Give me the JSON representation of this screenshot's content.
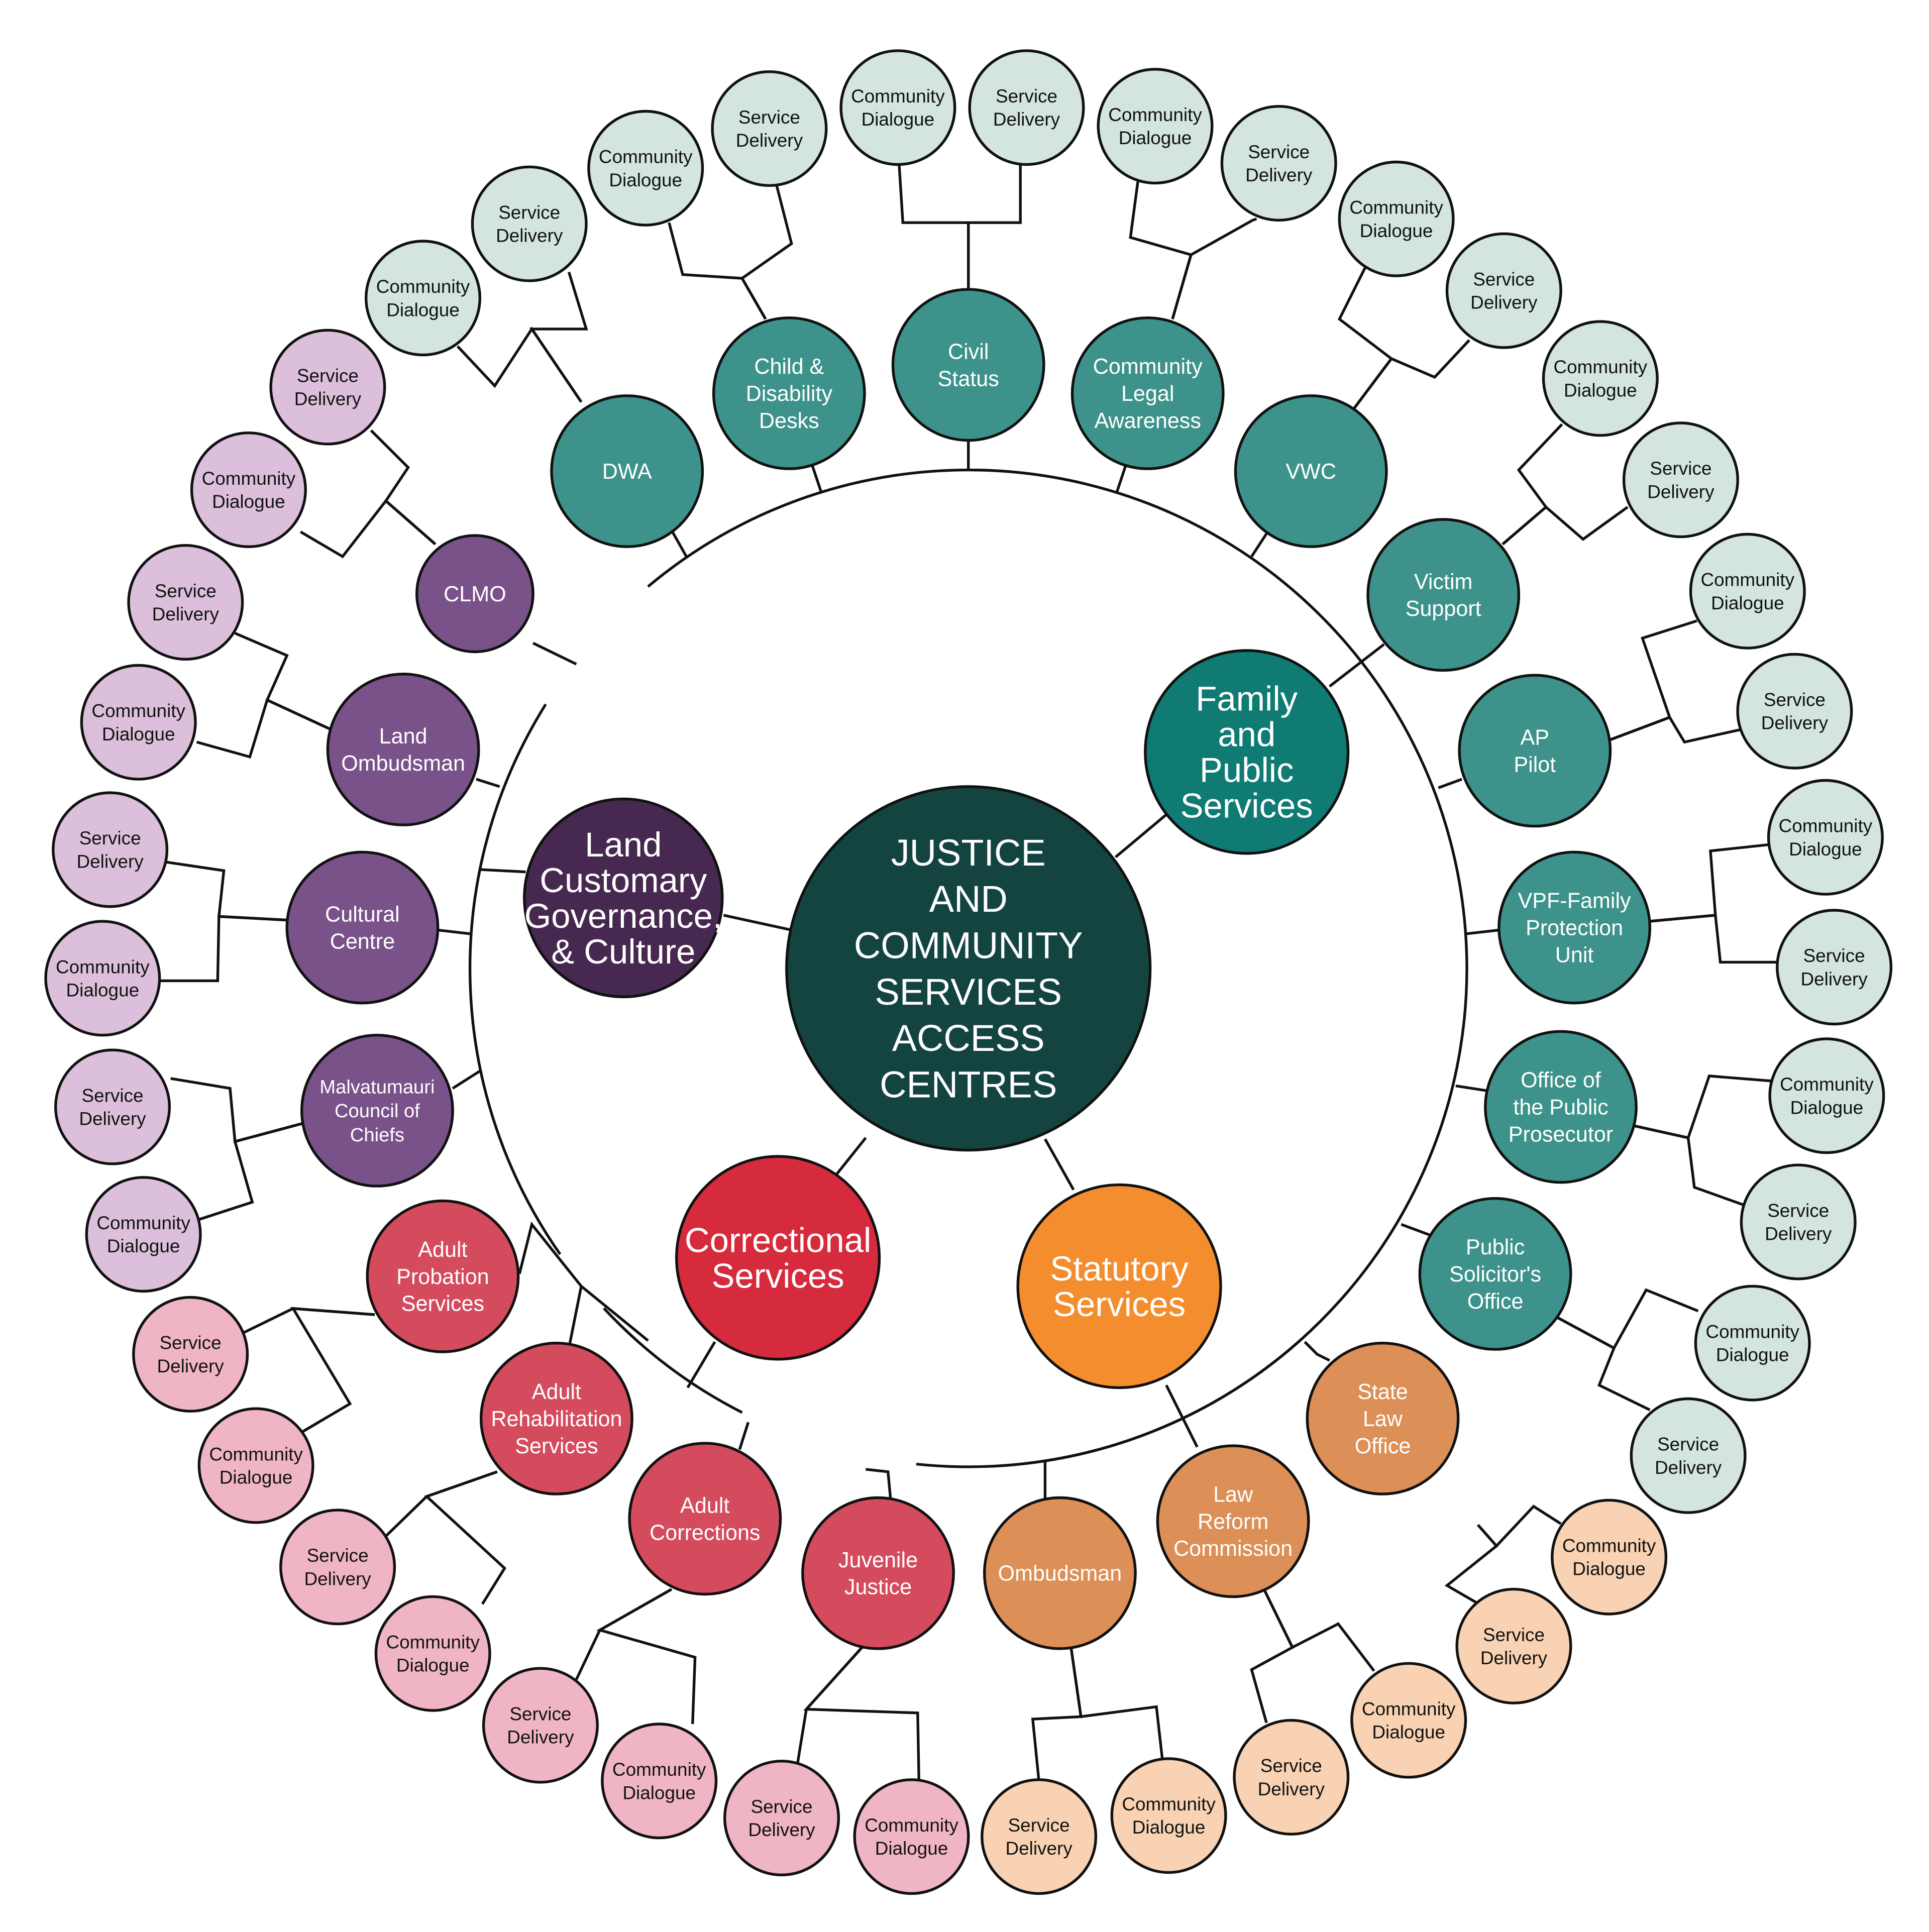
{
  "colors": {
    "line": "#111111",
    "center": "#134440",
    "family": "#0f7b73",
    "family_sub": "#3d938b",
    "family_leaf": "#d3e4e1",
    "land": "#472850",
    "land_sub": "#7a528a",
    "land_leaf": "#dcc0db",
    "correctional": "#d62a3d",
    "correctional_sub": "#d44b5e",
    "correctional_leaf": "#f0b5c4",
    "statutory": "#f48d2d",
    "statutory_sub": "#dc8f56",
    "statutory_leaf": "#f8d2b2",
    "text_light": "#ffffff",
    "text_dark": "#111111"
  },
  "center": {
    "lines": [
      "JUSTICE",
      "AND",
      "COMMUNITY",
      "SERVICES",
      "ACCESS",
      "CENTRES"
    ]
  },
  "leaf_labels": {
    "service_delivery": [
      "Service",
      "Delivery"
    ],
    "community_dialogue": [
      "Community",
      "Dialogue"
    ]
  },
  "hubs": [
    {
      "id": "family",
      "lines": [
        "Family",
        "and",
        "Public",
        "Services"
      ]
    },
    {
      "id": "land",
      "lines": [
        "Land",
        "Customary",
        "Governance,",
        "& Culture"
      ]
    },
    {
      "id": "correctional",
      "lines": [
        "Correctional",
        "Services"
      ]
    },
    {
      "id": "statutory",
      "lines": [
        "Statutory",
        "Services"
      ]
    }
  ],
  "subnodes": [
    {
      "id": "dwa",
      "hub": "family",
      "lines": [
        "DWA"
      ]
    },
    {
      "id": "child",
      "hub": "family",
      "lines": [
        "Child &",
        "Disability",
        "Desks"
      ]
    },
    {
      "id": "civil",
      "hub": "family",
      "lines": [
        "Civil",
        "Status"
      ]
    },
    {
      "id": "cla",
      "hub": "family",
      "lines": [
        "Community",
        "Legal",
        "Awareness"
      ]
    },
    {
      "id": "vwc",
      "hub": "family",
      "lines": [
        "VWC"
      ]
    },
    {
      "id": "victim",
      "hub": "family",
      "lines": [
        "Victim",
        "Support"
      ]
    },
    {
      "id": "ap",
      "hub": "family",
      "lines": [
        "AP",
        "Pilot"
      ]
    },
    {
      "id": "vpf",
      "hub": "family",
      "lines": [
        "VPF-Family",
        "Protection",
        "Unit"
      ]
    },
    {
      "id": "opp",
      "hub": "family",
      "lines": [
        "Office of",
        "the Public",
        "Prosecutor"
      ]
    },
    {
      "id": "pso",
      "hub": "family",
      "lines": [
        "Public",
        "Solicitor's",
        "Office"
      ]
    },
    {
      "id": "clmo",
      "hub": "land",
      "lines": [
        "CLMO"
      ]
    },
    {
      "id": "landomb",
      "hub": "land",
      "lines": [
        "Land",
        "Ombudsman"
      ]
    },
    {
      "id": "cultural",
      "hub": "land",
      "lines": [
        "Cultural",
        "Centre"
      ]
    },
    {
      "id": "malv",
      "hub": "land",
      "lines": [
        "Malvatumauri",
        "Council of",
        "Chiefs"
      ]
    },
    {
      "id": "adultprob",
      "hub": "correctional",
      "lines": [
        "Adult",
        "Probation",
        "Services"
      ]
    },
    {
      "id": "adultrehab",
      "hub": "correctional",
      "lines": [
        "Adult",
        "Rehabilitation",
        "Services"
      ]
    },
    {
      "id": "adultcorr",
      "hub": "correctional",
      "lines": [
        "Adult",
        "Corrections"
      ]
    },
    {
      "id": "juvenile",
      "hub": "correctional",
      "lines": [
        "Juvenile",
        "Justice"
      ]
    },
    {
      "id": "ombudsman",
      "hub": "statutory",
      "lines": [
        "Ombudsman"
      ]
    },
    {
      "id": "lrc",
      "hub": "statutory",
      "lines": [
        "Law",
        "Reform",
        "Commission"
      ]
    },
    {
      "id": "slo",
      "hub": "statutory",
      "lines": [
        "State",
        "Law",
        "Office"
      ]
    }
  ]
}
